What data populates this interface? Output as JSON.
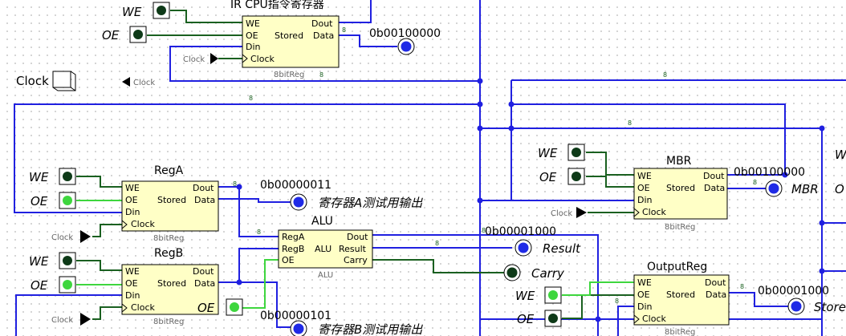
{
  "registers": {
    "ir": {
      "title": "IR  CPU指令寄存器",
      "type": "8bitReg",
      "we": "WE",
      "oe": "OE",
      "din": "Din",
      "clock": "Clock",
      "dout": "Dout",
      "data": "Data",
      "stored": "Stored"
    },
    "rega": {
      "title": "RegA",
      "type": "8bitReg",
      "we": "WE",
      "oe": "OE",
      "din": "Din",
      "clock": "Clock",
      "dout": "Dout",
      "data": "Data",
      "stored": "Stored"
    },
    "regb": {
      "title": "RegB",
      "type": "8bitReg",
      "we": "WE",
      "oe": "OE",
      "din": "Din",
      "clock": "Clock",
      "dout": "Dout",
      "data": "Data",
      "stored": "Stored"
    },
    "mbr": {
      "title": "MBR",
      "type": "8bitReg",
      "we": "WE",
      "oe": "OE",
      "din": "Din",
      "clock": "Clock",
      "dout": "Dout",
      "data": "Data",
      "stored": "Stored"
    },
    "outreg": {
      "title": "OutputReg",
      "type": "8bitReg",
      "we": "WE",
      "oe": "OE",
      "din": "Din",
      "clock": "Clock",
      "dout": "Dout",
      "data": "Data",
      "stored": "Stored"
    }
  },
  "alu": {
    "title": "ALU",
    "sub": "ALU",
    "rega": "RegA",
    "regb": "RegB",
    "oe": "OE",
    "center": "ALU",
    "dout": "Dout",
    "result": "Result",
    "carry": "Carry"
  },
  "labels": {
    "we": "WE",
    "oe": "OE",
    "clock": "Clock",
    "clock_tunnel": "Clock",
    "out_a": "寄存器A测试用输出",
    "out_b": "寄存器B测试用输出",
    "result": "Result",
    "carry": "Carry",
    "mbr": "MBR",
    "stored": "Stored",
    "edge_w": "W",
    "edge_o": "O"
  },
  "probes": {
    "ir": "0b00100000",
    "rega": "0b00000011",
    "regb": "0b00000101",
    "alu": "0b00001000",
    "mbr": "0b00100000",
    "outreg": "0b00001000"
  },
  "bus_width": "8",
  "colors": {
    "bus": "#2020e0",
    "signal_low": "#1a6020",
    "signal_high": "#3ed63e",
    "component_fill": "#ffffc6"
  }
}
